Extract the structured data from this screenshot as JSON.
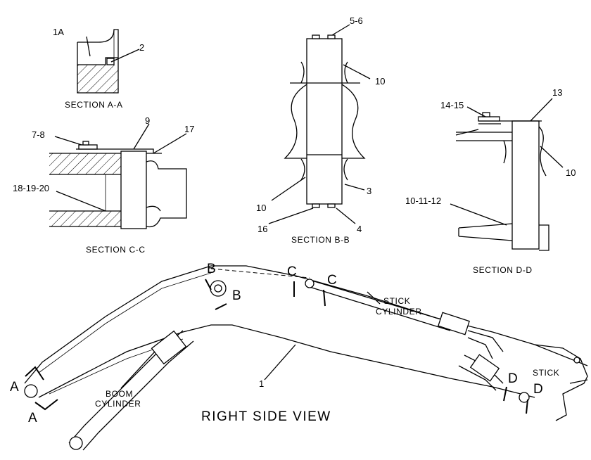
{
  "captions": {
    "section_aa": "SECTION A-A",
    "section_bb": "SECTION B-B",
    "section_cc": "SECTION C-C",
    "section_dd": "SECTION D-D",
    "view_title": "RIGHT SIDE VIEW"
  },
  "labels": {
    "stick_cylinder_1": "STICK",
    "stick_cylinder_2": "CYLINDER",
    "boom_cylinder_1": "BOOM",
    "boom_cylinder_2": "CYLINDER",
    "stick": "STICK"
  },
  "callouts": {
    "c_1a": "1A",
    "c_2": "2",
    "c_5_6": "5-6",
    "c_10_top": "10",
    "c_10_left": "10",
    "c_3": "3",
    "c_16": "16",
    "c_4": "4",
    "c_14_15": "14-15",
    "c_13": "13",
    "c_10_right": "10",
    "c_10_11_12": "10-11-12",
    "c_7_8": "7-8",
    "c_9": "9",
    "c_17": "17",
    "c_18_19_20": "18-19-20",
    "c_1": "1"
  },
  "section_markers": {
    "a_left": "A",
    "a_bottom": "A",
    "b_top": "B",
    "b_right": "B",
    "c_left": "C",
    "c_right": "C",
    "d_left": "D",
    "d_right": "D"
  }
}
